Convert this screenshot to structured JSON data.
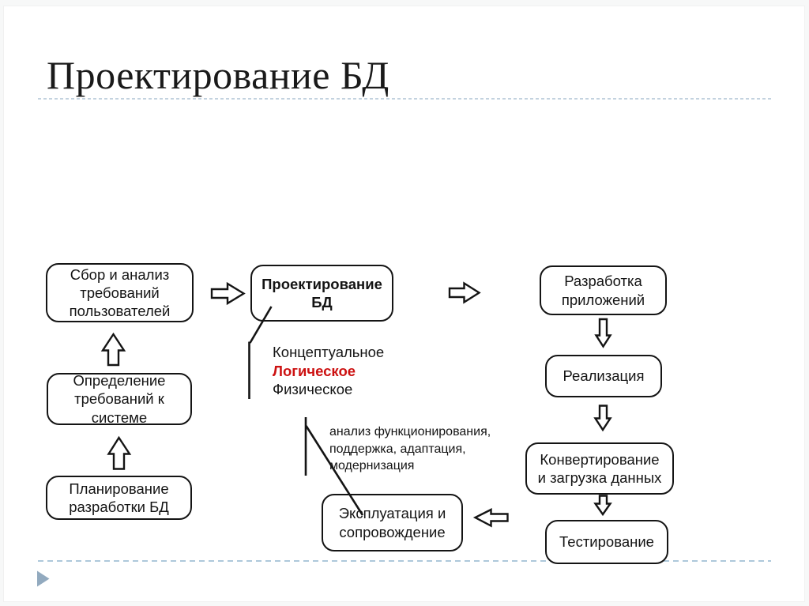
{
  "slide_title": "Проектирование БД",
  "stages": {
    "collect": "Сбор и анализ\nтребований\nпользователей",
    "sysreq": "Определение\nтребований к\nсистеме",
    "plan": "Планирование\nразработки БД",
    "design": "Проектирование\nБД",
    "appdev": "Разработка\nприложений",
    "impl": "Реализация",
    "convert": "Конвертирование\nи загрузка данных",
    "test": "Тестирование",
    "operate": "Эксплуатация и\nсопровождение"
  },
  "design_levels": [
    {
      "label": "Концептуальное",
      "emphasis": false
    },
    {
      "label": "Логическое",
      "emphasis": true
    },
    {
      "label": "Физическое",
      "emphasis": false
    }
  ],
  "operate_note": "анализ функционирования,\nподдержка, адаптация,\nмодернизация",
  "colors": {
    "text": "#141414",
    "emphasis_red": "#cc1111",
    "divider_blue": "#b5cbdc",
    "footer_marker_blue": "#92aabf"
  },
  "icons": {
    "footer_marker": "triangle-right",
    "connectors": [
      "block-arrow-right",
      "block-arrow-up",
      "block-arrow-down",
      "block-arrow-left",
      "leader-line"
    ]
  }
}
